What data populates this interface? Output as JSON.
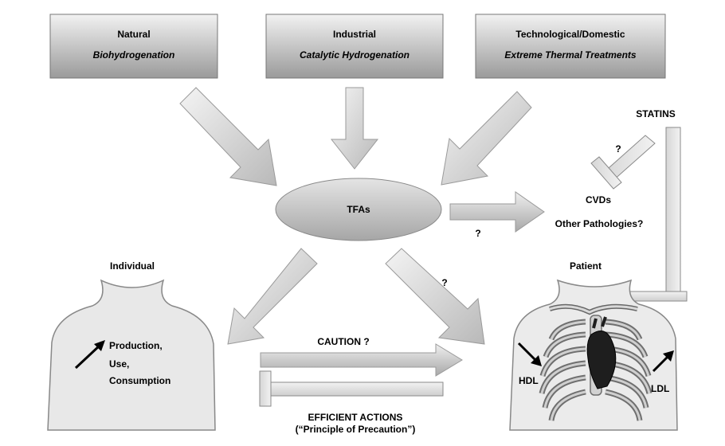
{
  "sources": [
    {
      "title": "Natural",
      "subtitle": "Biohydrogenation"
    },
    {
      "title": "Industrial",
      "subtitle": "Catalytic Hydrogenation"
    },
    {
      "title": "Technological/Domestic",
      "subtitle": "Extreme Thermal Treatments"
    }
  ],
  "center": {
    "label": "TFAs"
  },
  "right_cluster": {
    "statins": "STATINS",
    "question_statins": "?",
    "cvds": "CVDs",
    "other": "Other Pathologies?",
    "question_arrow": "?"
  },
  "individual": {
    "label": "Individual",
    "lines": [
      "Production,",
      "Use,",
      "Consumption"
    ]
  },
  "patient": {
    "label": "Patient",
    "hdl": "HDL",
    "ldl": "LDL",
    "question": "?"
  },
  "bottom": {
    "caution": "CAUTION ?",
    "efficient": "EFFICIENT ACTIONS",
    "precaution": "(“Principle of Precaution”)"
  }
}
